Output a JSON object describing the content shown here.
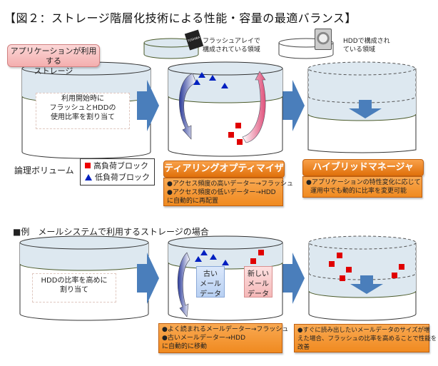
{
  "title": "【図２：ストレージ階層化技術による性能・容量の最適バランス】",
  "top": {
    "app_storage_label": "アプリケーションが利用する\nストレージ",
    "flash_legend": "フラッシュアレイで\n構成されている領域",
    "hdd_legend": "HDDで構成され\nている領域",
    "flash_chip_brand": "TOSHIBA",
    "initial_text": "利用開始時に\nフラッシュとHDDの\n使用比率を割り当て",
    "logical_volume_label": "論理ボリューム",
    "legend_high": "高負荷ブロック",
    "legend_low": "低負荷ブロック",
    "tiering": {
      "header": "ティアリングオプティマイザー",
      "lines": [
        "●アクセス頻度の高いデーター→フラッシュ",
        "●アクセス頻度の低いデーター→HDD",
        "に自動的に再配置"
      ]
    },
    "hybrid": {
      "header": "ハイブリッドマネージャ",
      "lines": [
        "●アプリケーションの特性変化に応じて",
        "運用中でも動的に比率を変更可能"
      ]
    }
  },
  "example": {
    "heading": "■例　メールシステムで利用するストレージの場合",
    "initial_text": "HDDの比率を高めに\n割り当て",
    "old_mail": "古い\nメール\nデータ",
    "new_mail": "新しい\nメール\nデータ",
    "tiering_lines": [
      "●よく読まれるメールデーター→フラッシュ",
      "●古いメールデーター→HDD",
      "に自動的に移動"
    ],
    "hybrid_lines": [
      "●すぐに読み出したいメールデータのサイズが増",
      "えた場合、フラッシュの比率を高めることで性能を",
      "改善"
    ]
  },
  "colors": {
    "flash_fill": "#dde8f0",
    "arrow_blue": "#4a7ebb",
    "high_block": "#e00000",
    "low_block": "#0020c0",
    "orange": "#f08a20"
  }
}
